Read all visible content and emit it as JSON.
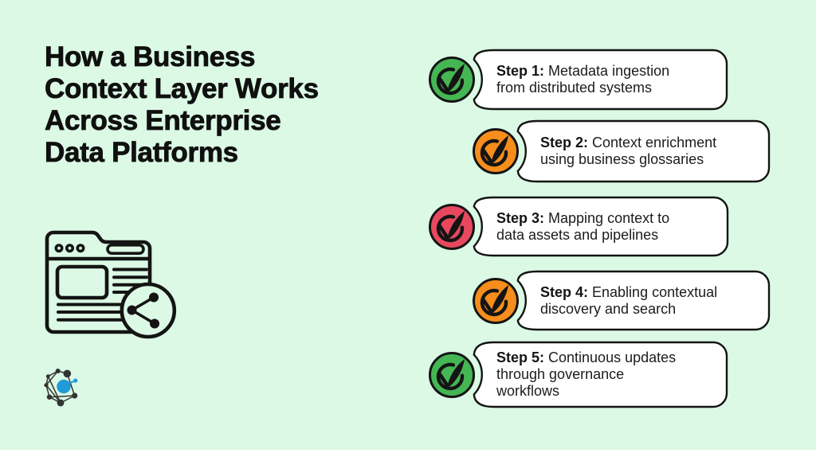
{
  "canvas": {
    "background": "#dbf9e4",
    "bottom_strip_color": "#ffffff"
  },
  "title": {
    "text": "How a Business\nContext Layer Works\nAcross Enterprise\nData Platforms",
    "color": "#101010"
  },
  "steps": [
    {
      "label": "Step 1:",
      "text": "Metadata ingestion\nfrom distributed systems",
      "badge_color": "#44b654",
      "badge_icon": "check-leaf-icon"
    },
    {
      "label": "Step 2:",
      "text": "Context enrichment\nusing business glossaries",
      "badge_color": "#f68d1c",
      "badge_icon": "check-leaf-icon"
    },
    {
      "label": "Step 3:",
      "text": "Mapping context to\ndata assets and pipelines",
      "badge_color": "#e8485e",
      "badge_icon": "check-leaf-icon"
    },
    {
      "label": "Step 4:",
      "text": "Enabling contextual\ndiscovery and search",
      "badge_color": "#f68d1c",
      "badge_icon": "check-leaf-icon"
    },
    {
      "label": "Step 5:",
      "text": "Continuous updates\nthrough governance\nworkflows",
      "badge_color": "#44b654",
      "badge_icon": "check-leaf-icon"
    }
  ],
  "icons": {
    "illustration": "browser-window-share-icon",
    "logo": "network-graph-logo",
    "badge": "check-leaf-icon"
  },
  "colors": {
    "green": "#44b654",
    "orange": "#f68d1c",
    "pink": "#e8485e",
    "ink": "#141414",
    "card_bg": "#ffffff",
    "card_border": "#141414",
    "logo_blue": "#219bd7",
    "logo_dark": "#333333"
  }
}
